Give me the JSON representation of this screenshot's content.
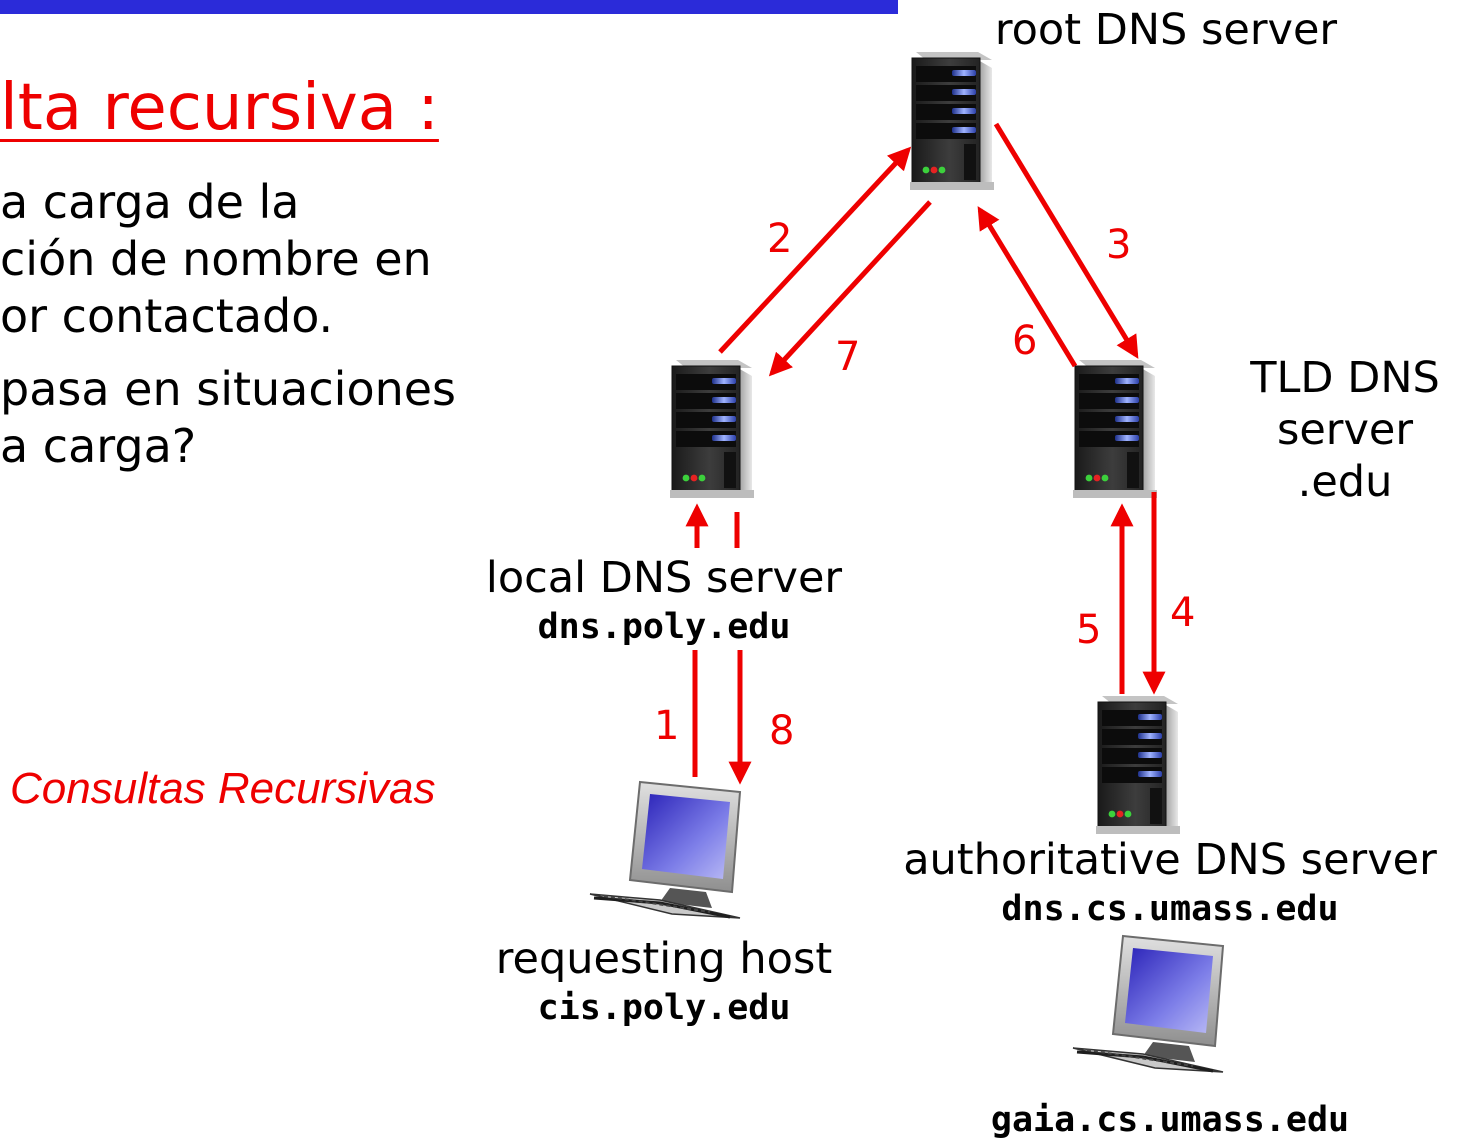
{
  "title": "lta recursiva :",
  "bullets": [
    "a carga de la",
    "ción de nombre en",
    "or contactado.",
    "pasa en situaciones",
    "a carga?"
  ],
  "caption": "Consultas Recursivas",
  "nodes": {
    "root": {
      "label": "root DNS server"
    },
    "tld": {
      "label_lines": [
        "TLD DNS",
        "server",
        ".edu"
      ]
    },
    "local": {
      "label": "local DNS server",
      "host": "dns.poly.edu"
    },
    "authoritative": {
      "label": "authoritative DNS server",
      "host": "dns.cs.umass.edu"
    },
    "requesting": {
      "label": "requesting host",
      "host": "cis.poly.edu"
    },
    "gaia": {
      "host": "gaia.cs.umass.edu"
    }
  },
  "steps": [
    "1",
    "2",
    "3",
    "4",
    "5",
    "6",
    "7",
    "8"
  ],
  "colors": {
    "accent": "#ee0000",
    "arrow": "#ee0000",
    "top_bar": "#2b2bd9"
  }
}
